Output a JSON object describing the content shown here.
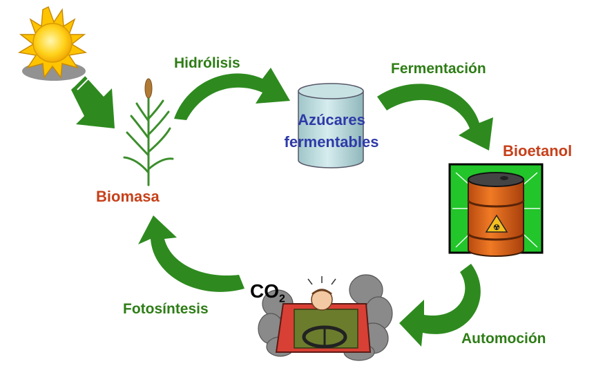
{
  "labels": {
    "hidrolisis": "Hidrólisis",
    "fermentacion": "Fermentación",
    "azucares_line1": "Azúcares",
    "azucares_line2": "fermentables",
    "bioetanol": "Bioetanol",
    "biomasa": "Biomasa",
    "fotosintesis": "Fotosíntesis",
    "automocion": "Automoción",
    "co2_main": "CO",
    "co2_sub": "2"
  },
  "colors": {
    "arrow_green": "#2e8a1f",
    "label_green": "#2e7d16",
    "label_red": "#c6401a",
    "label_blue": "#2e3aa8",
    "barrel_orange": "#e8671a",
    "panel_green": "#22c52a"
  },
  "icons": [
    "sun-icon",
    "sun-ray-arrow-icon",
    "plant-icon",
    "sugar-cylinder-icon",
    "barrel-icon",
    "hazard-icon",
    "car-driver-icon",
    "smoke-icon"
  ]
}
